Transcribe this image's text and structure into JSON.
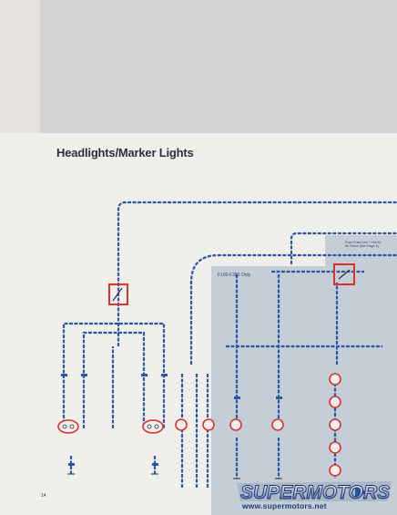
{
  "page_title": "Headlights/Marker Lights",
  "region_label": "F100-F350 Only",
  "fuse_note": "From Fuse Link ? Hot At All Times (See Page 4)",
  "page_number": "14",
  "watermark": {
    "logo_text": "SUPERMOTORS",
    "url": "www.supermotors.net"
  },
  "colors": {
    "wire_blue": "#2d57a6",
    "highlight_red": "#d8332f",
    "shade": "#c5ced6"
  }
}
